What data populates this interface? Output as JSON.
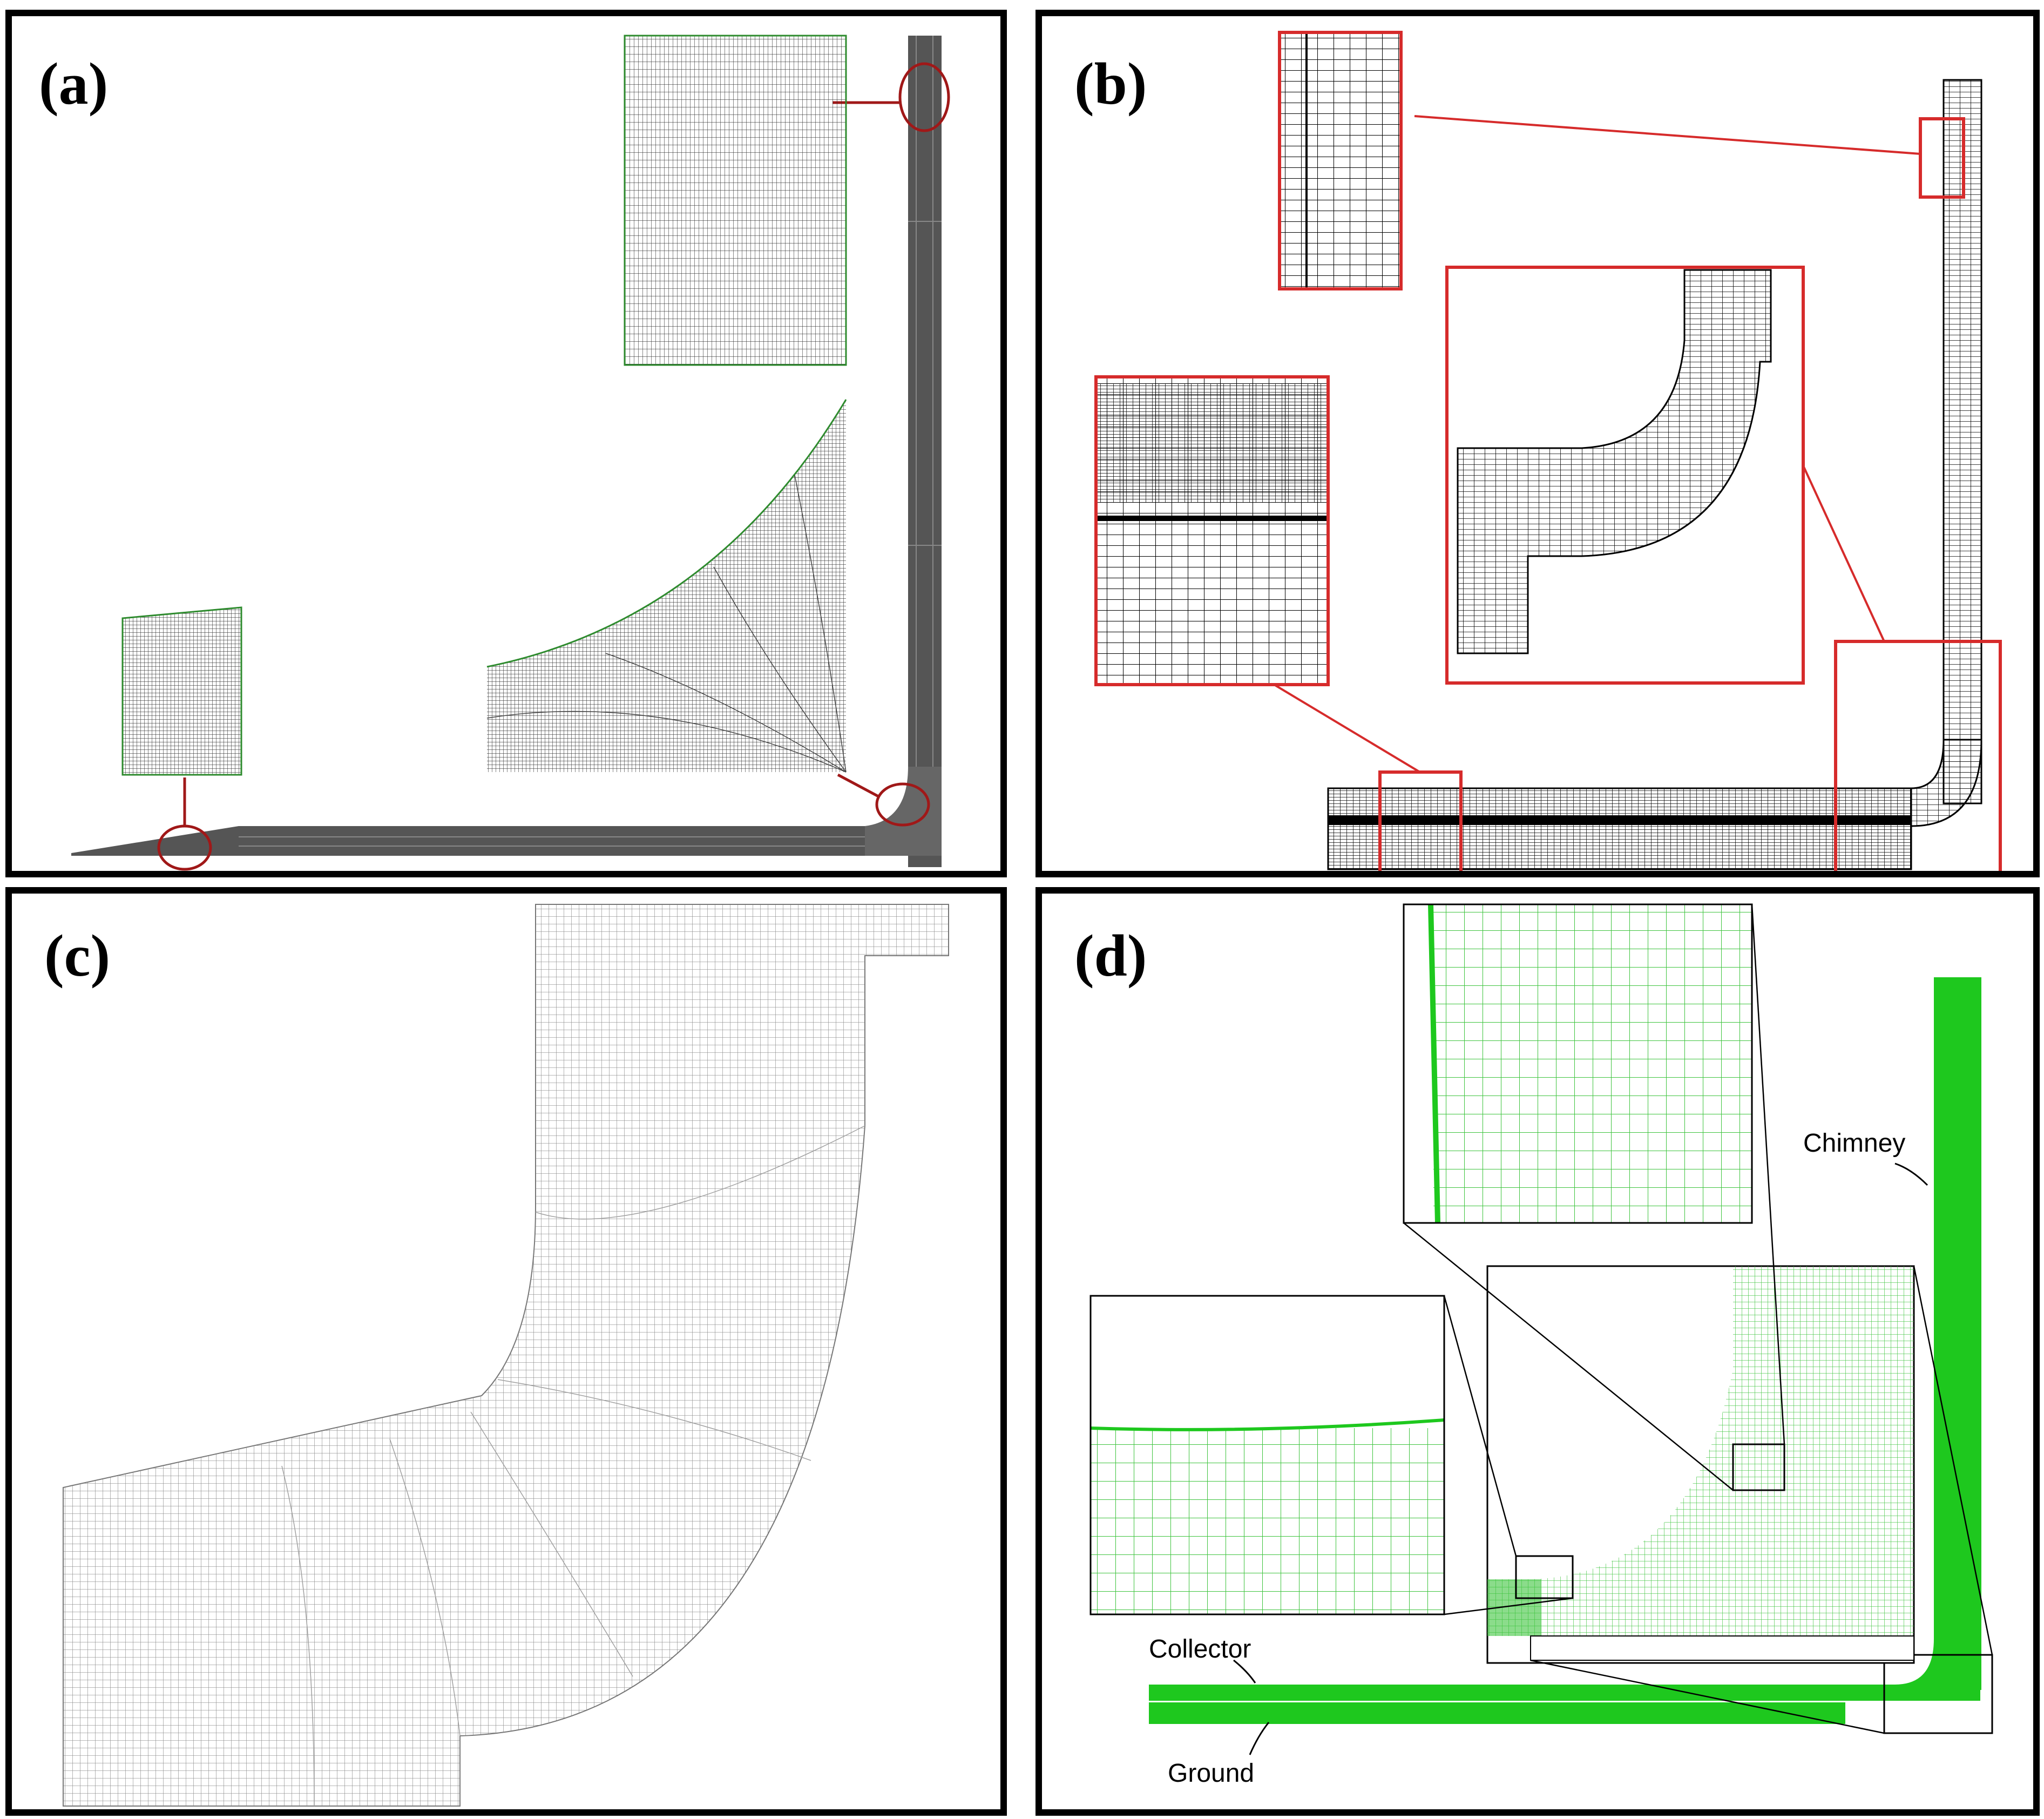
{
  "panels": [
    {
      "id": "a",
      "label": "(a)"
    },
    {
      "id": "b",
      "label": "(b)"
    },
    {
      "id": "c",
      "label": "(c)"
    },
    {
      "id": "d",
      "label": "(d)"
    }
  ],
  "annotations": {
    "chimney": "Chimney",
    "collector": "Collector",
    "ground": "Ground"
  },
  "colors": {
    "frame": "#000000",
    "mesh_gray": "#5a5a5a",
    "mesh_light": "#9a9a9a",
    "highlight_red": "#d62b2b",
    "circle_darkred": "#a01818",
    "mesh_green": "#19c919",
    "mesh_green_light": "#8de08d"
  }
}
